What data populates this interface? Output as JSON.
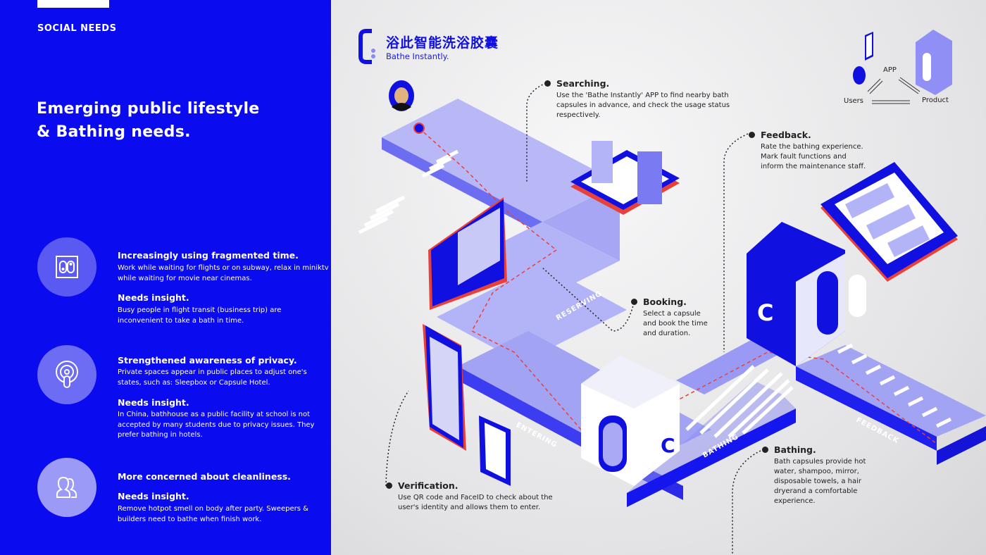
{
  "left_panel": {
    "section_label": "SOCIAL NEEDS",
    "headline": [
      "Emerging public lifestyle",
      "& Bathing needs."
    ],
    "needs": [
      {
        "icon": "switch-icon",
        "title": "Increasingly using fragmented time.",
        "text": "Work while waiting for flights or on subway, relax in miniktv while waiting for movie near cinemas.",
        "insight_title": "Needs insight.",
        "insight_text": "Busy people in flight transit (business trip) are inconvenient to take a bath in time."
      },
      {
        "icon": "privacy-icon",
        "title": "Strengthened awareness of privacy.",
        "text": "Private spaces appear in public places to adjust one's states, such as: Sleepbox or Capsule Hotel.",
        "insight_title": "Needs insight.",
        "insight_text": "In China, bathhouse as a public facility at school is not accepted by many students due to privacy issues. They prefer bathing in hotels."
      },
      {
        "icon": "users-icon",
        "title": "More concerned about cleanliness.",
        "insight_title": "Needs insight.",
        "insight_text": "Remove hotpot smell on body after party. Sweepers & builders need to bathe when finish work."
      }
    ]
  },
  "brand": {
    "name_cn": "浴此智能洗浴胶囊",
    "name_en": "Bathe Instantly."
  },
  "ecosystem": {
    "app": "APP",
    "users": "Users",
    "product": "Product"
  },
  "steps": {
    "searching": {
      "title": "Searching.",
      "text": "Use the 'Bathe Instantly' APP to find nearby bath capsules in advance, and check the usage status respectively."
    },
    "feedback": {
      "title": "Feedback.",
      "text": "Rate the bathing experience. Mark fault functions and inform the maintenance staff."
    },
    "booking": {
      "title": "Booking.",
      "text": "Select a capsule and book the time and duration."
    },
    "bathing": {
      "title": "Bathing.",
      "text": "Bath capsules provide hot water, shampoo, mirror, disposable towels, a hair dryerand a comfortable experience."
    },
    "verification": {
      "title": "Verification.",
      "text": "Use QR code and FaceID to check about the user's identity and allows them to enter."
    }
  },
  "road_labels": {
    "reserving": "RESERVING",
    "entering": "ENTERING",
    "bathing": "BATHING",
    "feedback": "FEEDBACK"
  },
  "colors": {
    "brand_blue": "#0b0bf0",
    "light_purple": "#a9a9f5",
    "accent_red": "#e8413a"
  }
}
